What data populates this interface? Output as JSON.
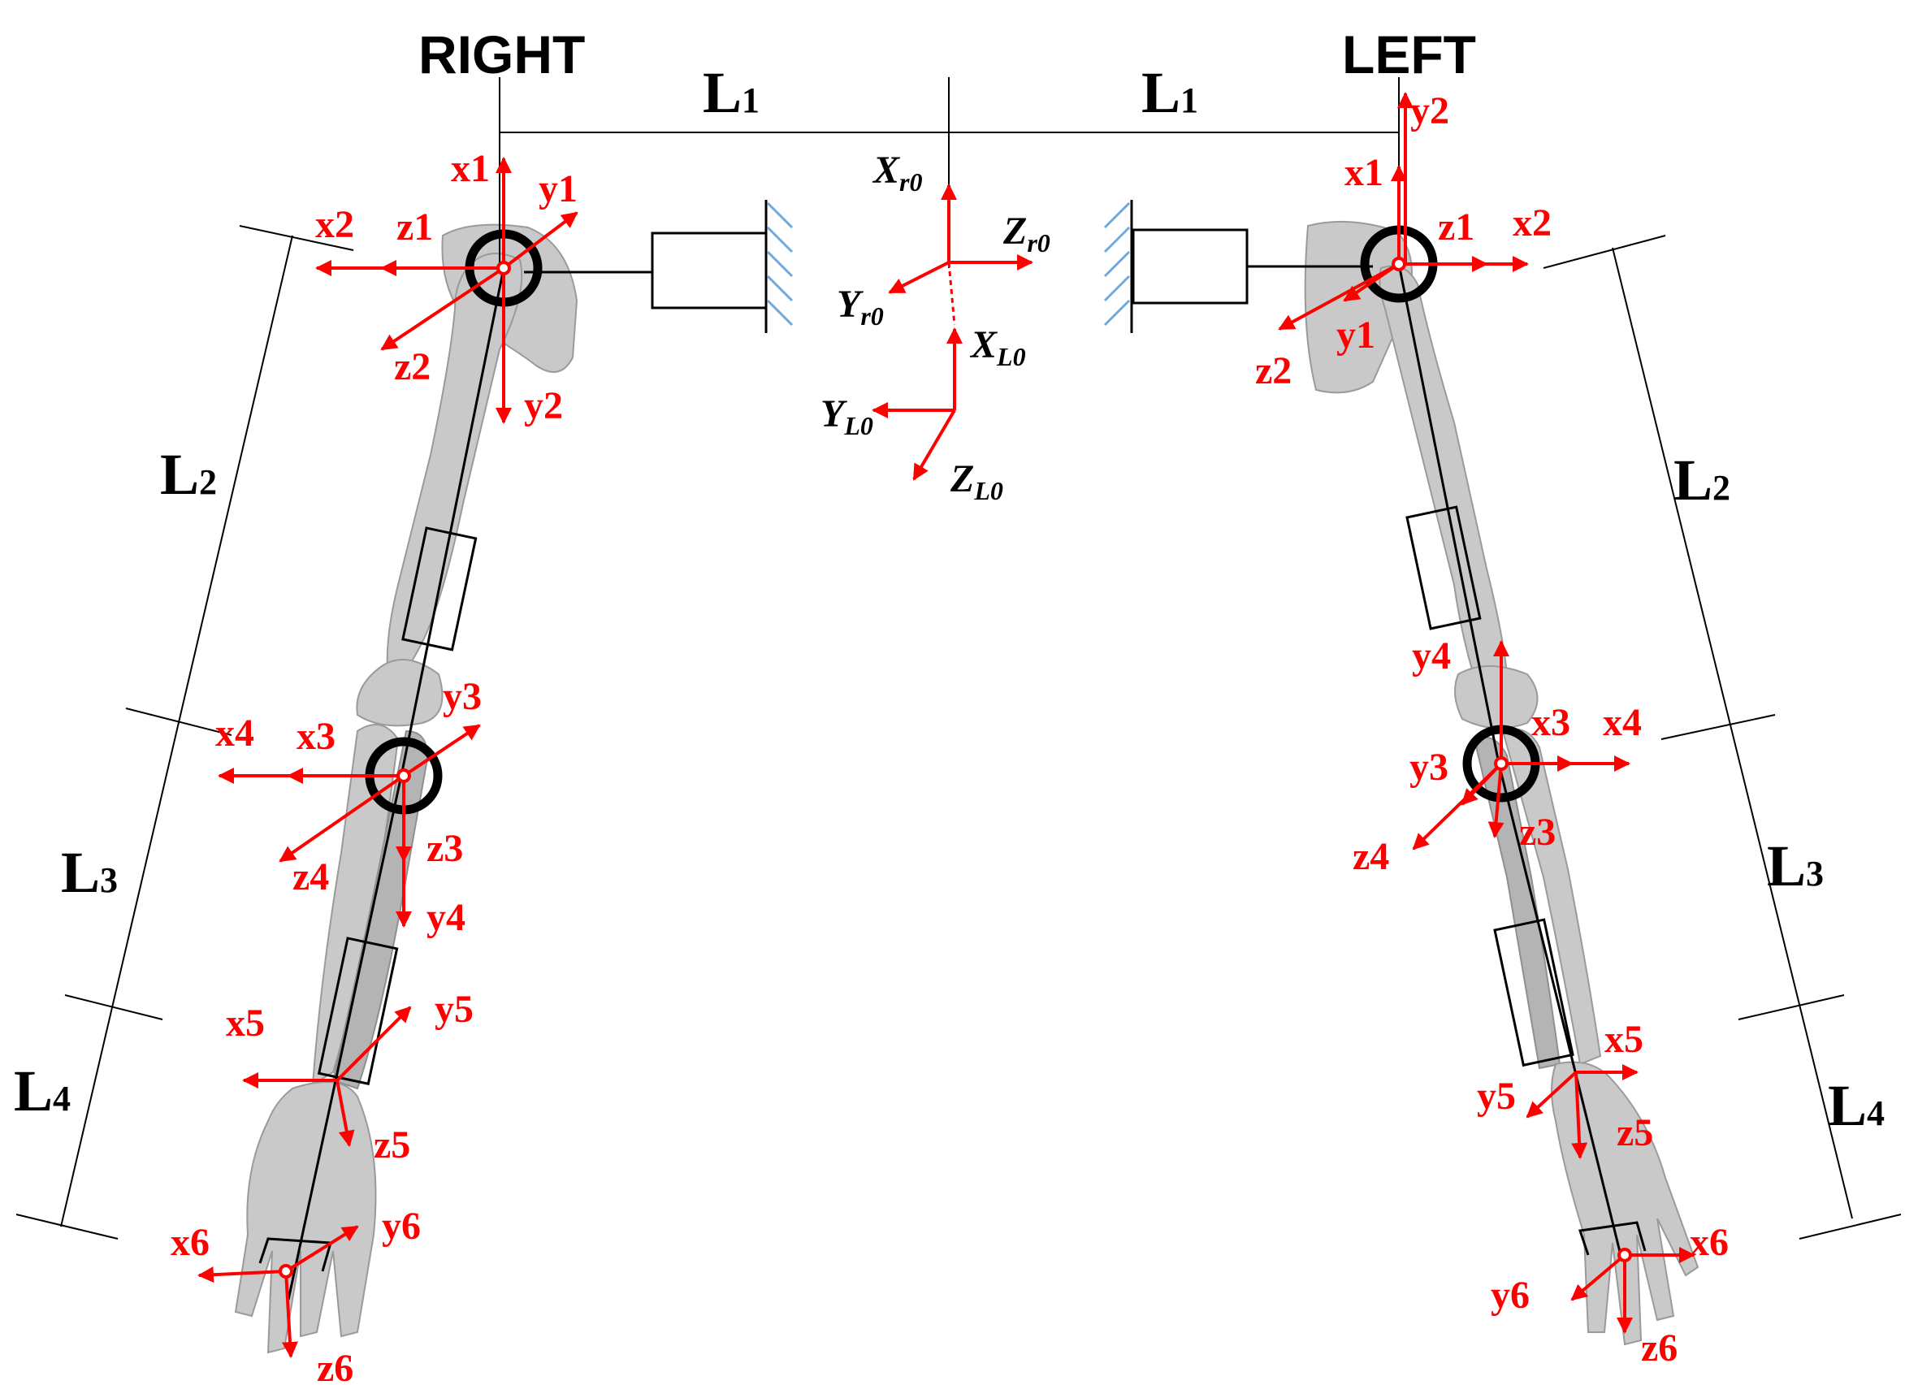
{
  "header": {
    "right_label": "RIGHT",
    "left_label": "LEFT"
  },
  "lengths": {
    "l1_right": {
      "main": "L",
      "sub": "1"
    },
    "l1_left": {
      "main": "L",
      "sub": "1"
    },
    "l2_right": {
      "main": "L",
      "sub": "2"
    },
    "l3_right": {
      "main": "L",
      "sub": "3"
    },
    "l4_right": {
      "main": "L",
      "sub": "4"
    },
    "l2_left": {
      "main": "L",
      "sub": "2"
    },
    "l3_left": {
      "main": "L",
      "sub": "3"
    },
    "l4_left": {
      "main": "L",
      "sub": "4"
    }
  },
  "base_frames": {
    "xr0": {
      "main": "X",
      "sub": "r0"
    },
    "zr0": {
      "main": "Z",
      "sub": "r0"
    },
    "yr0": {
      "main": "Y",
      "sub": "r0"
    },
    "xl0": {
      "main": "X",
      "sub": "L0"
    },
    "yl0": {
      "main": "Y",
      "sub": "L0"
    },
    "zl0": {
      "main": "Z",
      "sub": "L0"
    }
  },
  "right_arm_axes": {
    "x1": "x1",
    "y1": "y1",
    "z1": "z1",
    "x2": "x2",
    "y2": "y2",
    "z2": "z2",
    "x3": "x3",
    "y3": "y3",
    "z3": "z3",
    "x4": "x4",
    "y4": "y4",
    "z4": "z4",
    "x5": "x5",
    "y5": "y5",
    "z5": "z5",
    "x6": "x6",
    "y6": "y6",
    "z6": "z6"
  },
  "left_arm_axes": {
    "x1": "x1",
    "y1": "y1",
    "z1": "z1",
    "x2": "x2",
    "y2": "y2",
    "z2": "z2",
    "x3": "x3",
    "y3": "y3",
    "z3": "z3",
    "x4": "x4",
    "y4": "y4",
    "z4": "z4",
    "x5": "x5",
    "y5": "y5",
    "z5": "z5",
    "x6": "x6",
    "y6": "y6",
    "z6": "z6"
  },
  "colors": {
    "axis": "#ff0000",
    "structure": "#000000",
    "bone": "#c9c9c9",
    "wall_hatch": "#6fa8dc"
  }
}
